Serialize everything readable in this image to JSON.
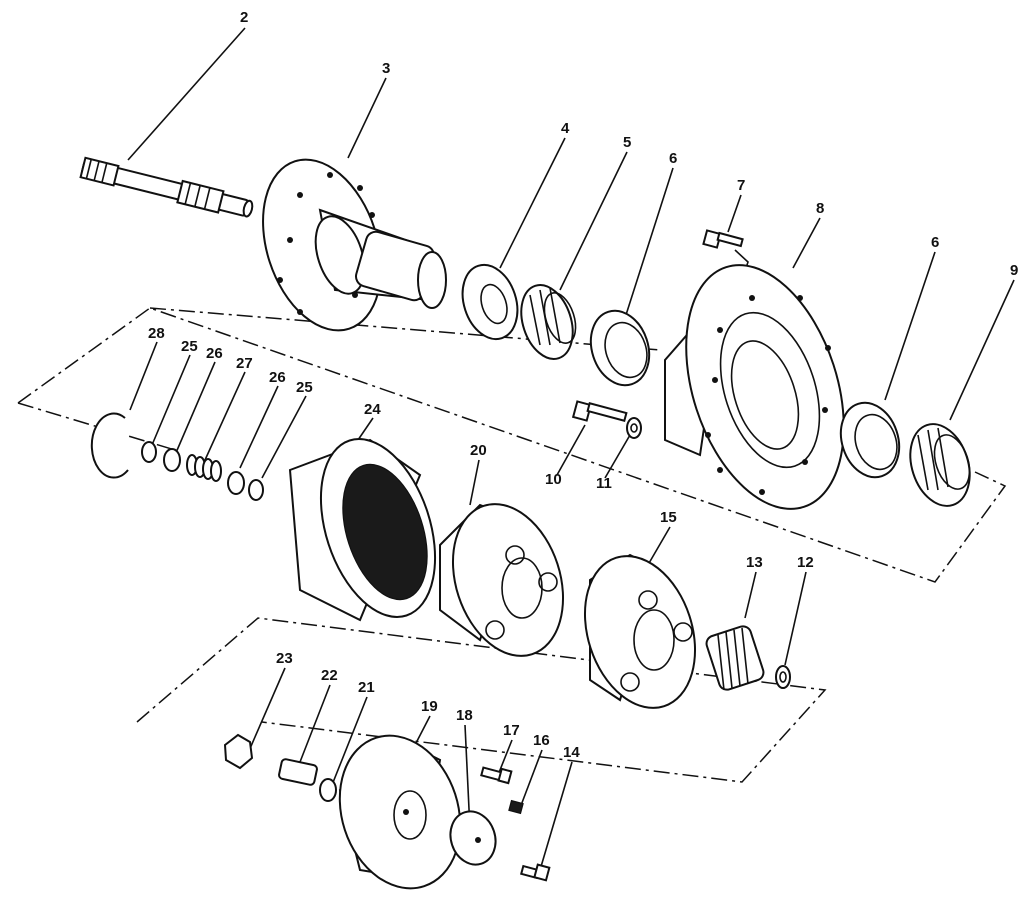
{
  "callouts": [
    {
      "id": "c2",
      "text": "2"
    },
    {
      "id": "c3",
      "text": "3"
    },
    {
      "id": "c4",
      "text": "4"
    },
    {
      "id": "c5",
      "text": "5"
    },
    {
      "id": "c6a",
      "text": "6"
    },
    {
      "id": "c7",
      "text": "7"
    },
    {
      "id": "c8",
      "text": "8"
    },
    {
      "id": "c6b",
      "text": "6"
    },
    {
      "id": "c9",
      "text": "9"
    },
    {
      "id": "c28",
      "text": "28"
    },
    {
      "id": "c25a",
      "text": "25"
    },
    {
      "id": "c26a",
      "text": "26"
    },
    {
      "id": "c27",
      "text": "27"
    },
    {
      "id": "c26b",
      "text": "26"
    },
    {
      "id": "c25b",
      "text": "25"
    },
    {
      "id": "c24",
      "text": "24"
    },
    {
      "id": "c20",
      "text": "20"
    },
    {
      "id": "c10",
      "text": "10"
    },
    {
      "id": "c11",
      "text": "11"
    },
    {
      "id": "c15",
      "text": "15"
    },
    {
      "id": "c13",
      "text": "13"
    },
    {
      "id": "c12",
      "text": "12"
    },
    {
      "id": "c23",
      "text": "23"
    },
    {
      "id": "c22",
      "text": "22"
    },
    {
      "id": "c21",
      "text": "21"
    },
    {
      "id": "c19",
      "text": "19"
    },
    {
      "id": "c18",
      "text": "18"
    },
    {
      "id": "c17",
      "text": "17"
    },
    {
      "id": "c16",
      "text": "16"
    },
    {
      "id": "c14",
      "text": "14"
    }
  ]
}
